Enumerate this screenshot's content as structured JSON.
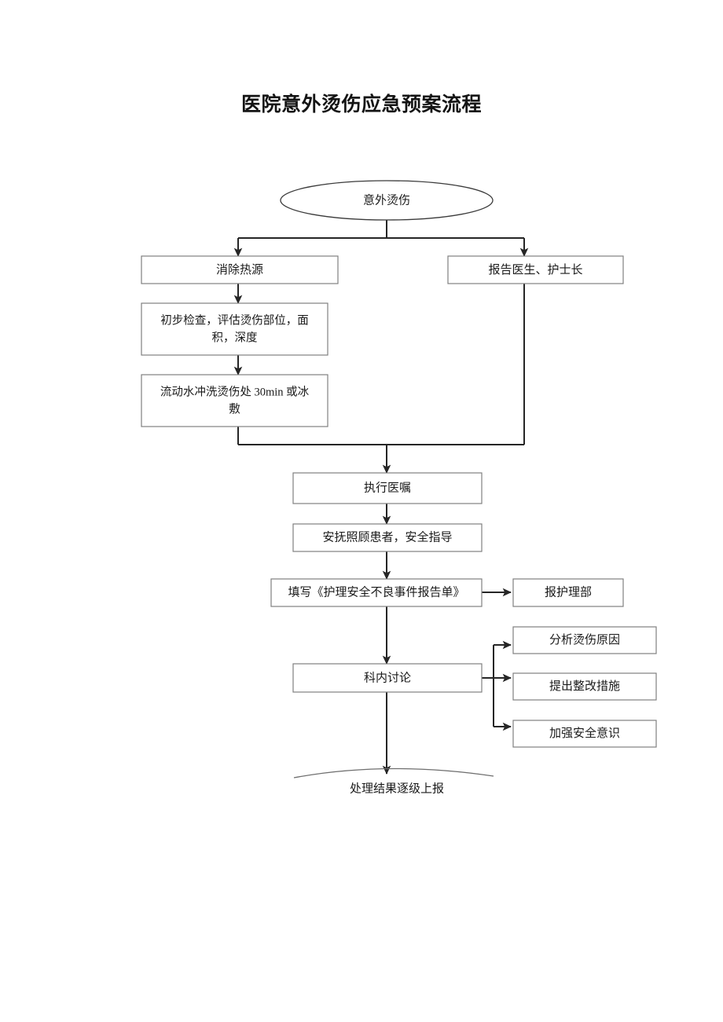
{
  "document": {
    "title": "医院意外烫伤应急预案流程"
  },
  "chart_data": {
    "type": "diagram",
    "diagram_kind": "flowchart",
    "title": "医院意外烫伤应急预案流程",
    "orientation": "top-to-bottom",
    "nodes": [
      {
        "id": "start",
        "shape": "ellipse",
        "label": "意外烫伤"
      },
      {
        "id": "remove_heat",
        "shape": "rect",
        "label": "消除热源"
      },
      {
        "id": "report_staff",
        "shape": "rect",
        "label": "报告医生、护士长"
      },
      {
        "id": "assess",
        "shape": "rect",
        "label": "初步检查，评估烫伤部位，面积，深度"
      },
      {
        "id": "rinse",
        "shape": "rect",
        "label": "流动水冲洗烫伤处 30min 或冰敷"
      },
      {
        "id": "orders",
        "shape": "rect",
        "label": "执行医嘱"
      },
      {
        "id": "comfort",
        "shape": "rect",
        "label": "安抚照顾患者，安全指导"
      },
      {
        "id": "fill_form",
        "shape": "rect",
        "label": "填写《护理安全不良事件报告单》"
      },
      {
        "id": "report_dept",
        "shape": "rect",
        "label": "报护理部"
      },
      {
        "id": "discussion",
        "shape": "rect",
        "label": "科内讨论"
      },
      {
        "id": "analyze",
        "shape": "rect",
        "label": "分析烫伤原因"
      },
      {
        "id": "measures",
        "shape": "rect",
        "label": "提出整改措施"
      },
      {
        "id": "awareness",
        "shape": "rect",
        "label": "加强安全意识"
      },
      {
        "id": "escalate",
        "shape": "arc-caption",
        "label": "处理结果逐级上报"
      }
    ],
    "edges": [
      {
        "from": "start",
        "to": "remove_heat"
      },
      {
        "from": "start",
        "to": "report_staff"
      },
      {
        "from": "remove_heat",
        "to": "assess"
      },
      {
        "from": "assess",
        "to": "rinse"
      },
      {
        "from": "rinse",
        "to": "orders"
      },
      {
        "from": "report_staff",
        "to": "orders"
      },
      {
        "from": "orders",
        "to": "comfort"
      },
      {
        "from": "comfort",
        "to": "fill_form"
      },
      {
        "from": "fill_form",
        "to": "report_dept"
      },
      {
        "from": "fill_form",
        "to": "discussion"
      },
      {
        "from": "discussion",
        "to": "analyze"
      },
      {
        "from": "discussion",
        "to": "measures"
      },
      {
        "from": "discussion",
        "to": "awareness"
      },
      {
        "from": "discussion",
        "to": "escalate"
      }
    ],
    "colors": {
      "background": "#ffffff",
      "box_stroke": "#808080",
      "connector": "#262626",
      "text": "#1a1a1a"
    }
  },
  "nodes": {
    "start": "意外烫伤",
    "remove_heat": "消除热源",
    "report_staff": "报告医生、护士长",
    "assess_line1": "初步检查，评估烫伤部位，面",
    "assess_line2": "积，深度",
    "rinse_line1": "流动水冲洗烫伤处 30min 或冰",
    "rinse_line2": "敷",
    "orders": "执行医嘱",
    "comfort": "安抚照顾患者，安全指导",
    "fill_form": "填写《护理安全不良事件报告单》",
    "report_dept": "报护理部",
    "discussion": "科内讨论",
    "analyze": "分析烫伤原因",
    "measures": "提出整改措施",
    "awareness": "加强安全意识",
    "escalate": "处理结果逐级上报"
  }
}
